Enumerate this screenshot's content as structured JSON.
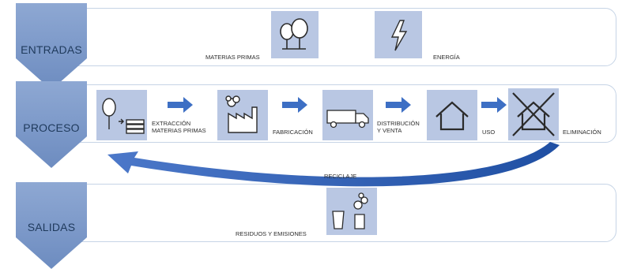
{
  "stages": {
    "entradas": "ENTRADAS",
    "proceso": "PROCESO",
    "salidas": "SALIDAS"
  },
  "inputs": {
    "materias_primas": "MATERIAS PRIMAS",
    "energia": "ENERGÍA"
  },
  "process": {
    "extraccion_line1": "EXTRACCIÓN",
    "extraccion_line2": "MATERIAS PRIMAS",
    "fabricacion": "FABRICACIÓN",
    "distribucion_line1": "DISTRIBUCIÓN",
    "distribucion_line2": "Y VENTA",
    "uso": "USO",
    "eliminacion": "ELIMINACIÓN"
  },
  "recycle": "RECICLAJE",
  "outputs": {
    "residuos": "RESIDUOS Y EMISIONES"
  },
  "colors": {
    "chevron": "#7b97c6",
    "icon_bg": "#b9c7e3",
    "arrow": "#3d6fc4",
    "recycle_arrow": "#2f5fb3",
    "panel_border": "#c6d4e6"
  }
}
